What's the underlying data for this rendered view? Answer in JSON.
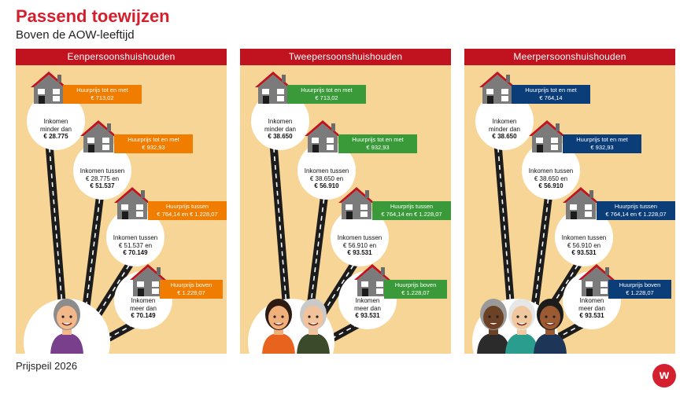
{
  "title": "Passend toewijzen",
  "subtitle": "Boven de AOW-leeftijd",
  "footer": "Prijspeil 2026",
  "logo_text": "w",
  "colors": {
    "red": "#c1121f",
    "orange": "#f07d00",
    "green": "#3a9a3a",
    "blue": "#0b3d78",
    "panel": "#f7d596"
  },
  "panels": [
    {
      "header": "Eenpersoonshuishouden",
      "tiers": [
        {
          "inc1": "Inkomen",
          "inc2": "minder dan",
          "inc3": "€ 28.775",
          "rent1": "Huurprijs tot en met",
          "rent2": "€ 713,02"
        },
        {
          "inc1": "Inkomen tussen",
          "inc2": "€ 28.775 en",
          "inc3": "€ 51.537",
          "rent1": "Huurprijs tot en met",
          "rent2": "€ 932,93"
        },
        {
          "inc1": "Inkomen tussen",
          "inc2": "€ 51.537 en",
          "inc3": "€ 70.149",
          "rent1": "Huurprijs tussen",
          "rent2": "€ 764,14 en € 1.228,07"
        },
        {
          "inc1": "Inkomen",
          "inc2": "meer dan",
          "inc3": "€ 70.149",
          "rent1": "Huurprijs boven",
          "rent2": "€ 1.228,07"
        }
      ]
    },
    {
      "header": "Tweepersoonshuishouden",
      "tiers": [
        {
          "inc1": "Inkomen",
          "inc2": "minder dan",
          "inc3": "€ 38.650",
          "rent1": "Huurprijs tot en met",
          "rent2": "€ 713,02"
        },
        {
          "inc1": "Inkomen tussen",
          "inc2": "€ 38.650 en",
          "inc3": "€ 56.910",
          "rent1": "Huurprijs tot en met",
          "rent2": "€ 932,93"
        },
        {
          "inc1": "Inkomen tussen",
          "inc2": "€ 56.910 en",
          "inc3": "€ 93.531",
          "rent1": "Huurprijs tussen",
          "rent2": "€ 764,14 en € 1.228,07"
        },
        {
          "inc1": "Inkomen",
          "inc2": "meer dan",
          "inc3": "€ 93.531",
          "rent1": "Huurprijs boven",
          "rent2": "€ 1.228,07"
        }
      ]
    },
    {
      "header": "Meerpersoonshuishouden",
      "tiers": [
        {
          "inc1": "Inkomen",
          "inc2": "minder dan",
          "inc3": "€ 38.650",
          "rent1": "Huurprijs tot en met",
          "rent2": "€ 764,14"
        },
        {
          "inc1": "Inkomen tussen",
          "inc2": "€ 38.650 en",
          "inc3": "€ 56.910",
          "rent1": "Huurprijs tot en met",
          "rent2": "€ 932,93"
        },
        {
          "inc1": "Inkomen tussen",
          "inc2": "€ 56.910 en",
          "inc3": "€ 93.531",
          "rent1": "Huurprijs tussen",
          "rent2": "€ 764,14 en € 1.228,07"
        },
        {
          "inc1": "Inkomen",
          "inc2": "meer dan",
          "inc3": "€ 93.531",
          "rent1": "Huurprijs boven",
          "rent2": "€ 1.228,07"
        }
      ]
    }
  ]
}
